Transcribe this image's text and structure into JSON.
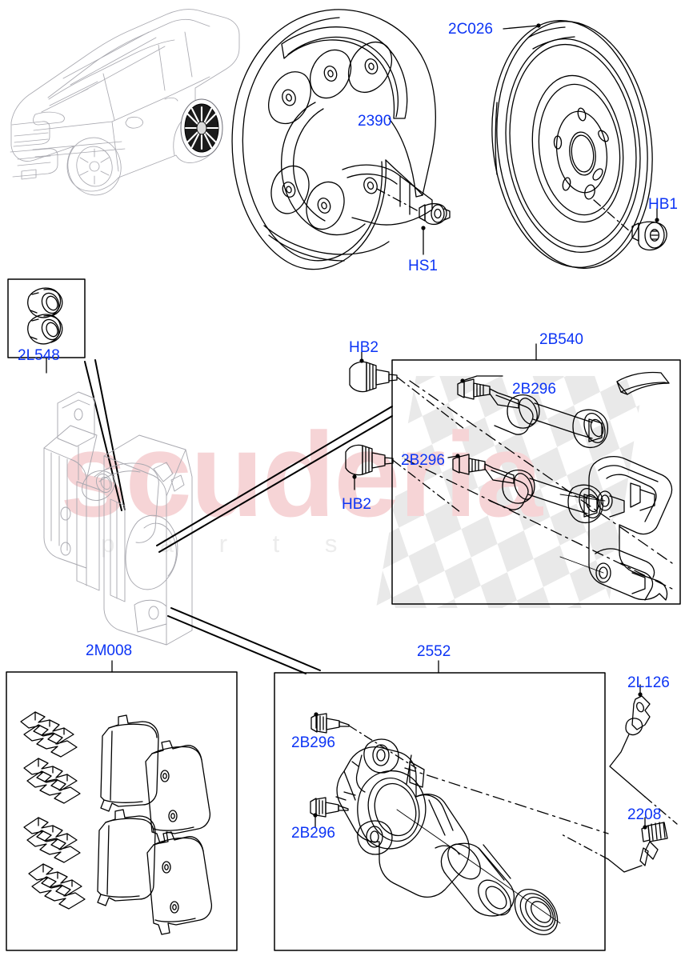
{
  "diagram": {
    "title": "Rear Brake Discs And Calipers",
    "label_color": "#0c34f5",
    "line_color": "#000000",
    "ghost_color": "#9a9aa2",
    "watermark": {
      "brand": "scuderia",
      "sub": "parts",
      "brand_color": "#f6d4d6",
      "sub_color": "#ececec",
      "flag_color": "#e8e8e8"
    }
  },
  "callouts": {
    "disc_shield": "2390",
    "brake_disc": "2C026",
    "shield_screw": "HS1",
    "disc_retaining_screw": "HB1",
    "guide_pin_boots": "2L548",
    "caliper_bracket_kit": "2B540",
    "bracket_bolt_upper": "HB2",
    "bracket_bolt_lower": "HB2",
    "guide_pin_upper": "2B296",
    "guide_pin_lower": "2B296",
    "pad_kit": "2M008",
    "caliper_kit": "2552",
    "caliper_bolt_upper": "2B296",
    "caliper_bolt_lower": "2B296",
    "bleed_screw_cap": "2L126",
    "bleed_screw": "2208"
  },
  "parts": [
    {
      "ref": "2390",
      "name": "Rear brake disc shield / splash plate"
    },
    {
      "ref": "2C026",
      "name": "Rear brake disc (rotor)"
    },
    {
      "ref": "HS1",
      "name": "Shield retaining screw"
    },
    {
      "ref": "HB1",
      "name": "Disc retaining screw (Torx)"
    },
    {
      "ref": "2L548",
      "name": "Guide pin boot / bush kit"
    },
    {
      "ref": "2B540",
      "name": "Caliper bracket (anchor) kit"
    },
    {
      "ref": "HB2",
      "name": "Caliper bracket mounting bolt"
    },
    {
      "ref": "2B296",
      "name": "Caliper guide pin / bolt"
    },
    {
      "ref": "2M008",
      "name": "Rear brake pad kit with shims"
    },
    {
      "ref": "2552",
      "name": "Rear brake caliper assembly"
    },
    {
      "ref": "2L126",
      "name": "Bleed screw cap / retaining clip"
    },
    {
      "ref": "2208",
      "name": "Bleed screw"
    }
  ],
  "boxes": [
    {
      "name": "guide-pin-boot-box",
      "ref": "2L548"
    },
    {
      "name": "bracket-kit-box",
      "ref": "2B540"
    },
    {
      "name": "pad-kit-box",
      "ref": "2M008"
    },
    {
      "name": "caliper-kit-box",
      "ref": "2552"
    }
  ]
}
